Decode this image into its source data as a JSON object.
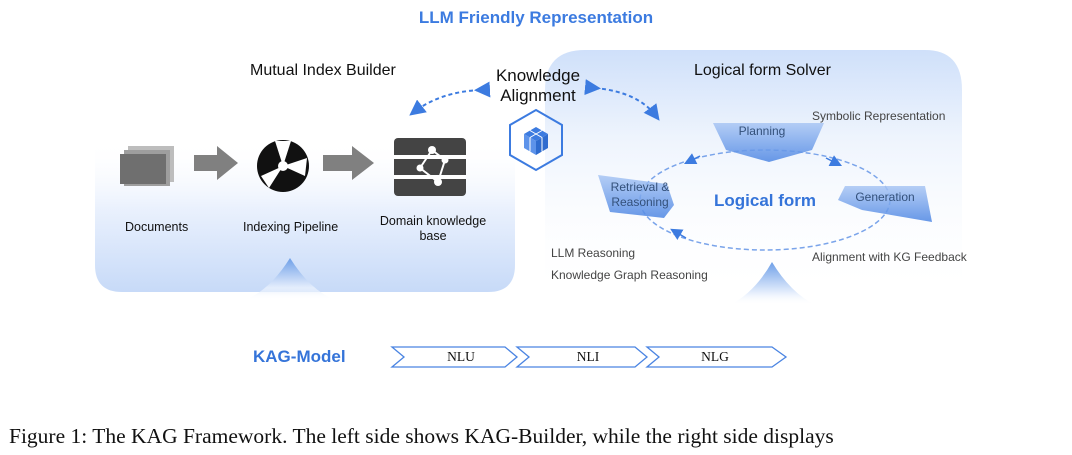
{
  "title": "LLM Friendly Representation",
  "builder": {
    "title": "Mutual Index Builder",
    "documents_label": "Documents",
    "pipeline_label": "Indexing Pipeline",
    "kb_label_line1": "Domain knowledge",
    "kb_label_line2": "base"
  },
  "alignment": {
    "title_line1": "Knowledge",
    "title_line2": "Alignment"
  },
  "solver": {
    "title": "Logical form Solver",
    "center_label": "Logical form",
    "planning": "Planning",
    "retrieval_line1": "Retrieval &",
    "retrieval_line2": "Reasoning",
    "generation": "Generation",
    "symbolic": "Symbolic Representation",
    "alignment_feedback": "Alignment with KG Feedback",
    "llm_reasoning": "LLM Reasoning",
    "kg_reasoning": "Knowledge Graph Reasoning"
  },
  "model": {
    "title": "KAG-Model",
    "steps": [
      "NLU",
      "NLI",
      "NLG"
    ]
  },
  "caption": "Figure 1: The KAG Framework. The left side shows KAG-Builder, while the right side displays",
  "colors": {
    "accent": "#3c7be0",
    "band": "#e3e3e3",
    "arrow_gray": "#808080"
  },
  "icons": [
    "documents-icon",
    "pipeline-wheel-icon",
    "database-graph-icon",
    "cube-hexagon-icon"
  ]
}
